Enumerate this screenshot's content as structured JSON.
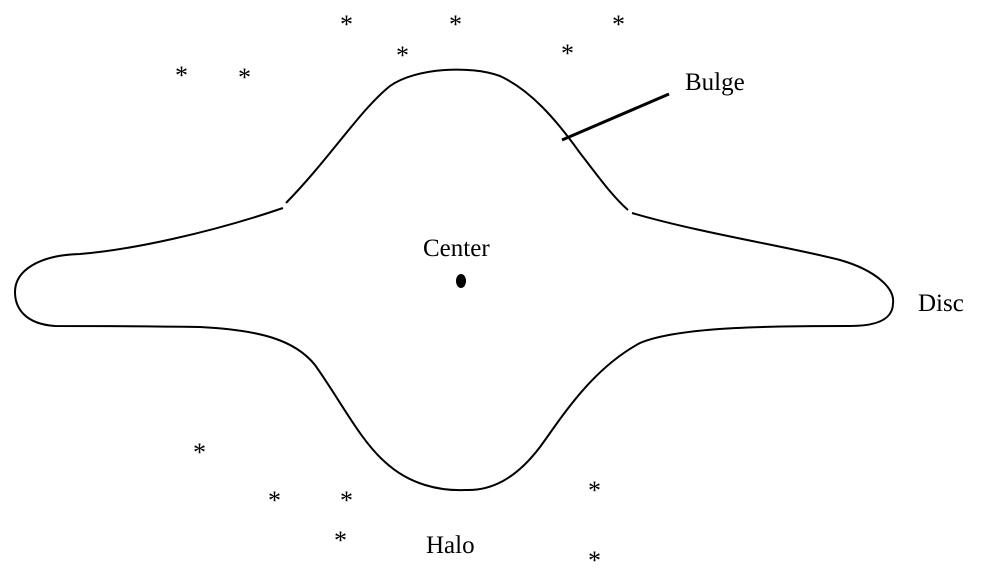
{
  "diagram": {
    "labels": {
      "bulge": "Bulge",
      "center": "Center",
      "disc": "Disc",
      "halo": "Halo"
    },
    "star_glyph": "*",
    "colors": {
      "stroke": "#000000",
      "background": "#ffffff"
    }
  }
}
